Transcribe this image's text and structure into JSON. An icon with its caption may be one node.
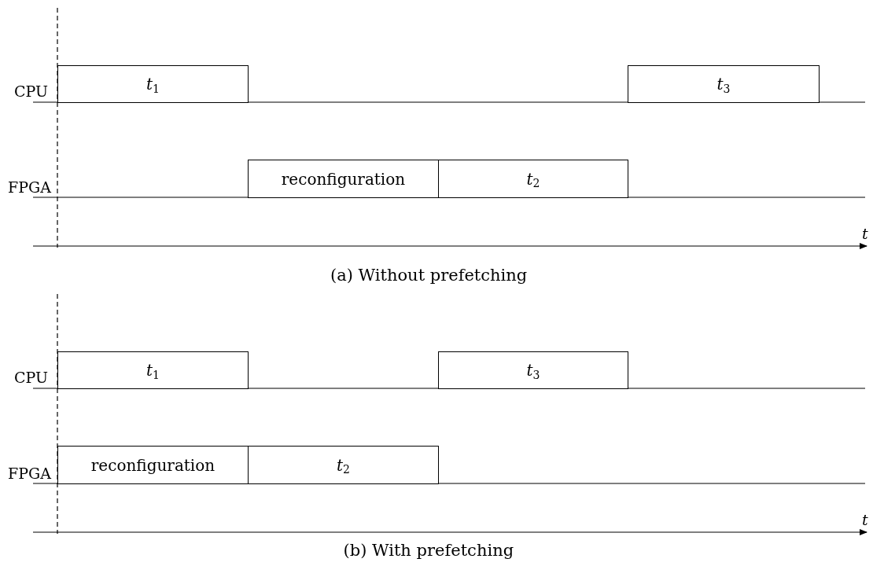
{
  "diagram": {
    "nodes": [
      {
        "text": [
          "*t*$_{1}$"
        ]
      },
      {
        "text": [
          "*t*$_{3}$"
        ]
      },
      {
        "text": [
          "reconfiguration"
        ]
      },
      {
        "text": [
          "*t*$_{2}$"
        ]
      },
      {
        "text": [
          "*t*$_{1}$"
        ]
      },
      {
        "text": [
          "*t*$_{3}$"
        ]
      },
      {
        "text": [
          "reconfiguration"
        ]
      },
      {
        "text": [
          "*t*$_{2}$"
        ]
      }
    ],
    "edges": [],
    "labels": [
      "CPU",
      "FPGA",
      "t",
      "(a) Without prefetching",
      "CPU",
      "FPGA",
      "t",
      "(b) With prefetching"
    ]
  }
}
